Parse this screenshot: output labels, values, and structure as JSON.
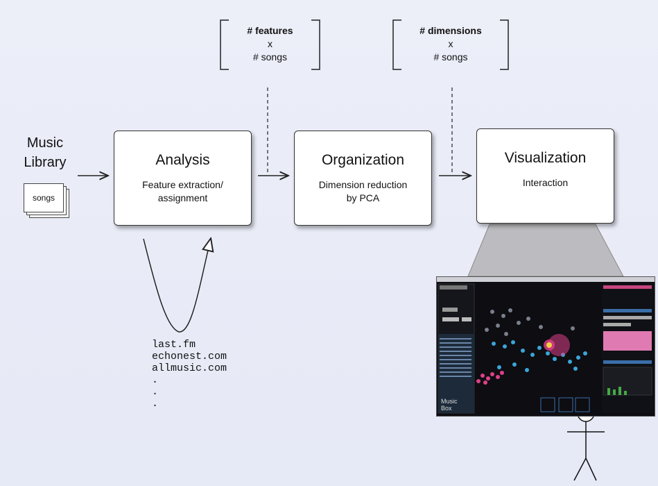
{
  "library": {
    "label_line1": "Music",
    "label_line2": "Library",
    "card_label": "songs"
  },
  "boxes": [
    {
      "title": "Analysis",
      "sub_line1": "Feature extraction/",
      "sub_line2": "assignment"
    },
    {
      "title": "Organization",
      "sub_line1": "Dimension reduction",
      "sub_line2": "by PCA"
    },
    {
      "title": "Visualization",
      "sub_line1": "Interaction",
      "sub_line2": ""
    }
  ],
  "matrices": [
    {
      "line1": "# features",
      "line2": "x",
      "line3": "# songs"
    },
    {
      "line1": "# dimensions",
      "line2": "x",
      "line3": "# songs"
    }
  ],
  "sources": [
    "last.fm",
    "echonest.com",
    "allmusic.com",
    ".",
    ".",
    "."
  ],
  "screen": {
    "app_label_line1": "Music",
    "app_label_line2": "Box"
  },
  "colors": {
    "background": "#e8eaf6",
    "box_border": "#333333",
    "screen_bg": "#0d0d12",
    "point_blue": "#3aa6d8",
    "point_pink": "#e0408a",
    "point_gray": "#7a7f8c"
  }
}
